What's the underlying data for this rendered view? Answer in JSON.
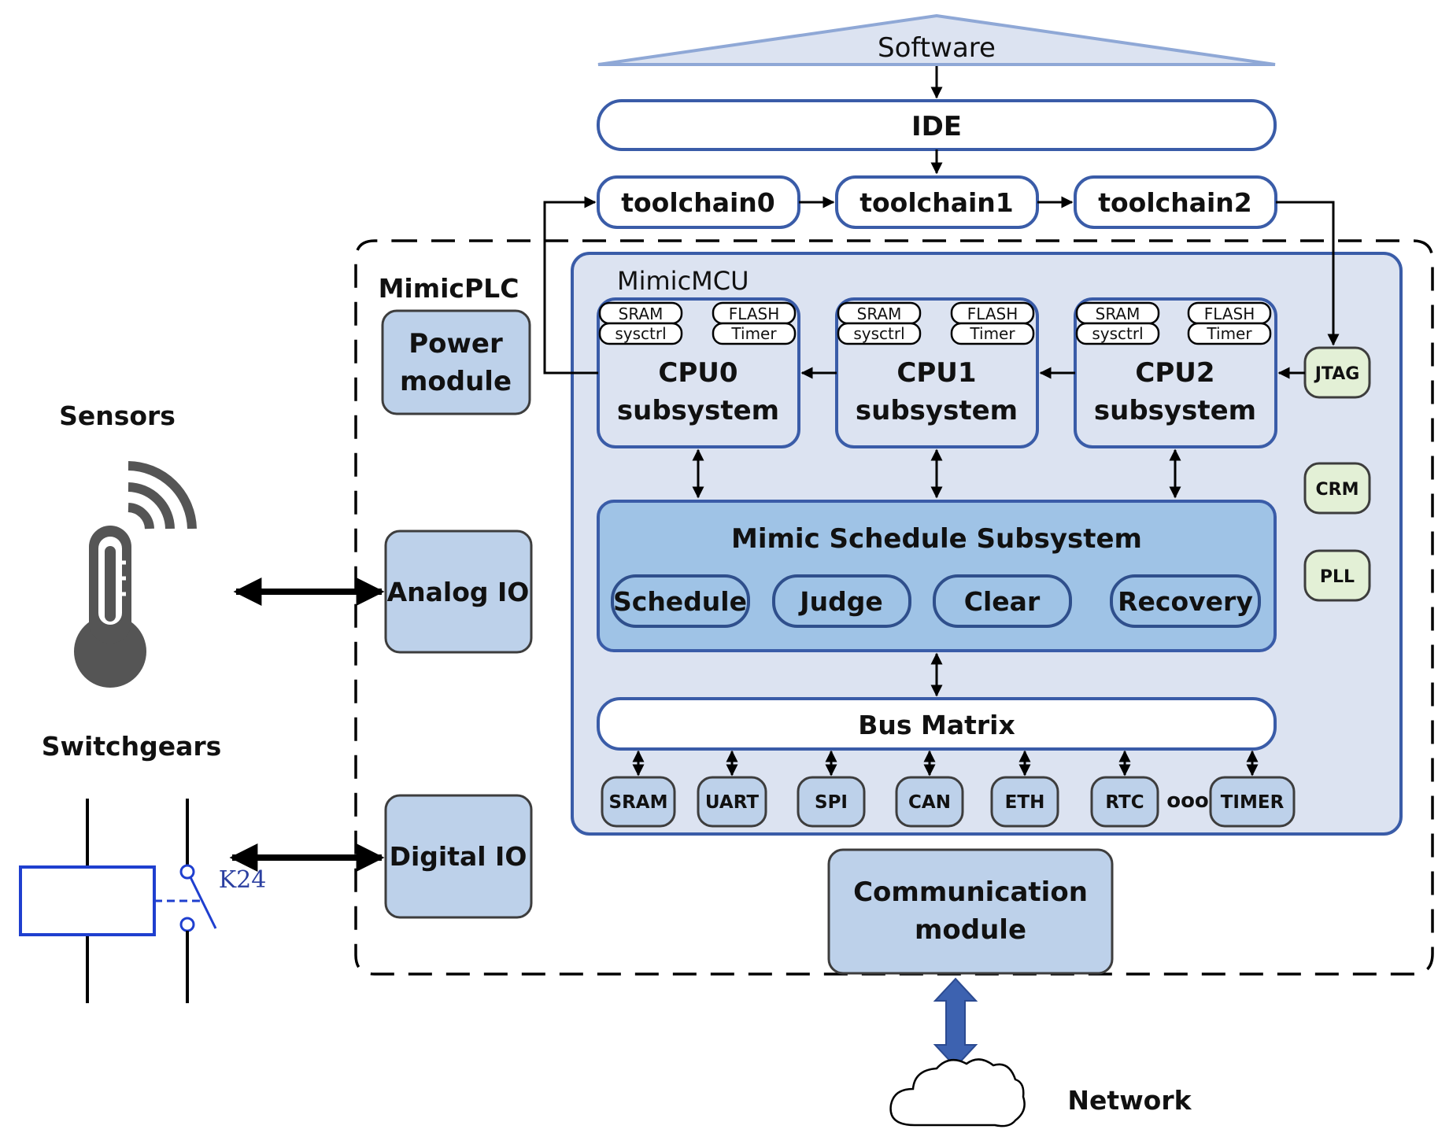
{
  "software": "Software",
  "ide": "IDE",
  "toolchains": [
    "toolchain0",
    "toolchain1",
    "toolchain2"
  ],
  "mimicplc": "MimicPLC",
  "mimicmcu": "MimicMCU",
  "power_module": [
    "Power",
    "module"
  ],
  "analog_io": "Analog IO",
  "digital_io": "Digital IO",
  "cpus": [
    {
      "line1": "CPU0",
      "line2": "subsystem"
    },
    {
      "line1": "CPU1",
      "line2": "subsystem"
    },
    {
      "line1": "CPU2",
      "line2": "subsystem"
    }
  ],
  "cpu_tags": {
    "sram": "SRAM",
    "flash": "FLASH",
    "sysctrl": "sysctrl",
    "timer": "Timer"
  },
  "side_modules": [
    "JTAG",
    "CRM",
    "PLL"
  ],
  "schedule_subsystem": {
    "title": "Mimic Schedule Subsystem",
    "units": [
      "Schedule",
      "Judge",
      "Clear",
      "Recovery"
    ]
  },
  "bus_matrix": "Bus Matrix",
  "peripherals": [
    "SRAM",
    "UART",
    "SPI",
    "CAN",
    "ETH",
    "RTC",
    "TIMER"
  ],
  "ellipsis": "ooo",
  "communication_module": [
    "Communication",
    "module"
  ],
  "sensors": "Sensors",
  "switchgears": "Switchgears",
  "relay_label": "K24",
  "network": "Network",
  "colors": {
    "outline_blue": "#3a5ca8",
    "schedule_fill": "#9fc3e6",
    "module_fill": "#bdd1ea",
    "mcu_fill": "#dce3f1",
    "green_fill": "#e3f0d6",
    "relay_blue": "#1f3fcf",
    "network_arrow": "#3d62b0",
    "sensor_gray": "#555555"
  }
}
